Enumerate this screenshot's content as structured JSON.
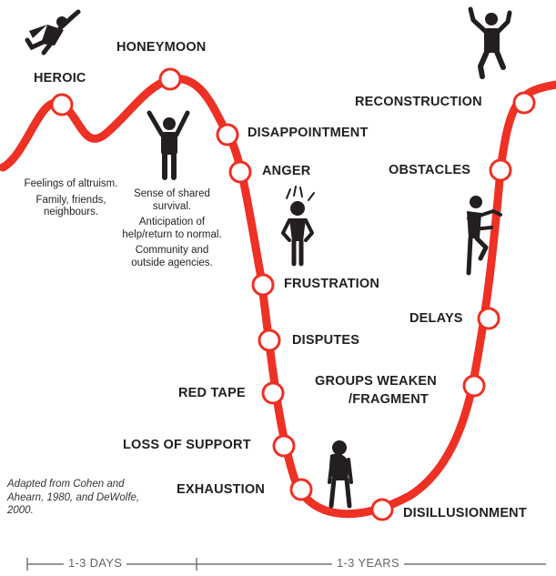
{
  "stages": {
    "heroic": "HEROIC",
    "honeymoon": "HONEYMOON",
    "disappointment": "DISAPPOINTMENT",
    "anger": "ANGER",
    "frustration": "FRUSTRATION",
    "disputes": "DISPUTES",
    "red_tape": "RED TAPE",
    "loss_of_support": "LOSS OF SUPPORT",
    "exhaustion": "EXHAUSTION",
    "disillusionment": "DISILLUSIONMENT",
    "groups_weaken_line1": "GROUPS WEAKEN",
    "groups_weaken_line2": "/FRAGMENT",
    "delays": "DELAYS",
    "obstacles": "OBSTACLES",
    "reconstruction": "RECONSTRUCTION"
  },
  "notes": {
    "heroic": [
      "Feelings of altruism.",
      "Family, friends, neighbours."
    ],
    "honeymoon": [
      "Sense of shared survival.",
      "Anticipation of help/return to normal.",
      "Community and outside agencies."
    ]
  },
  "citation": "Adapted from Cohen and Ahearn, 1980, and DeWolfe, 2000.",
  "timeline": {
    "days": "1-3 DAYS",
    "years": "1-3 YEARS"
  },
  "colors": {
    "curve": "#ee3124",
    "text": "#231f20",
    "timeline": "#777777"
  },
  "icons": [
    "superhero-icon",
    "person-arms-up-icon",
    "angry-person-icon",
    "exhausted-person-icon",
    "climbing-person-icon",
    "jumping-person-icon"
  ]
}
